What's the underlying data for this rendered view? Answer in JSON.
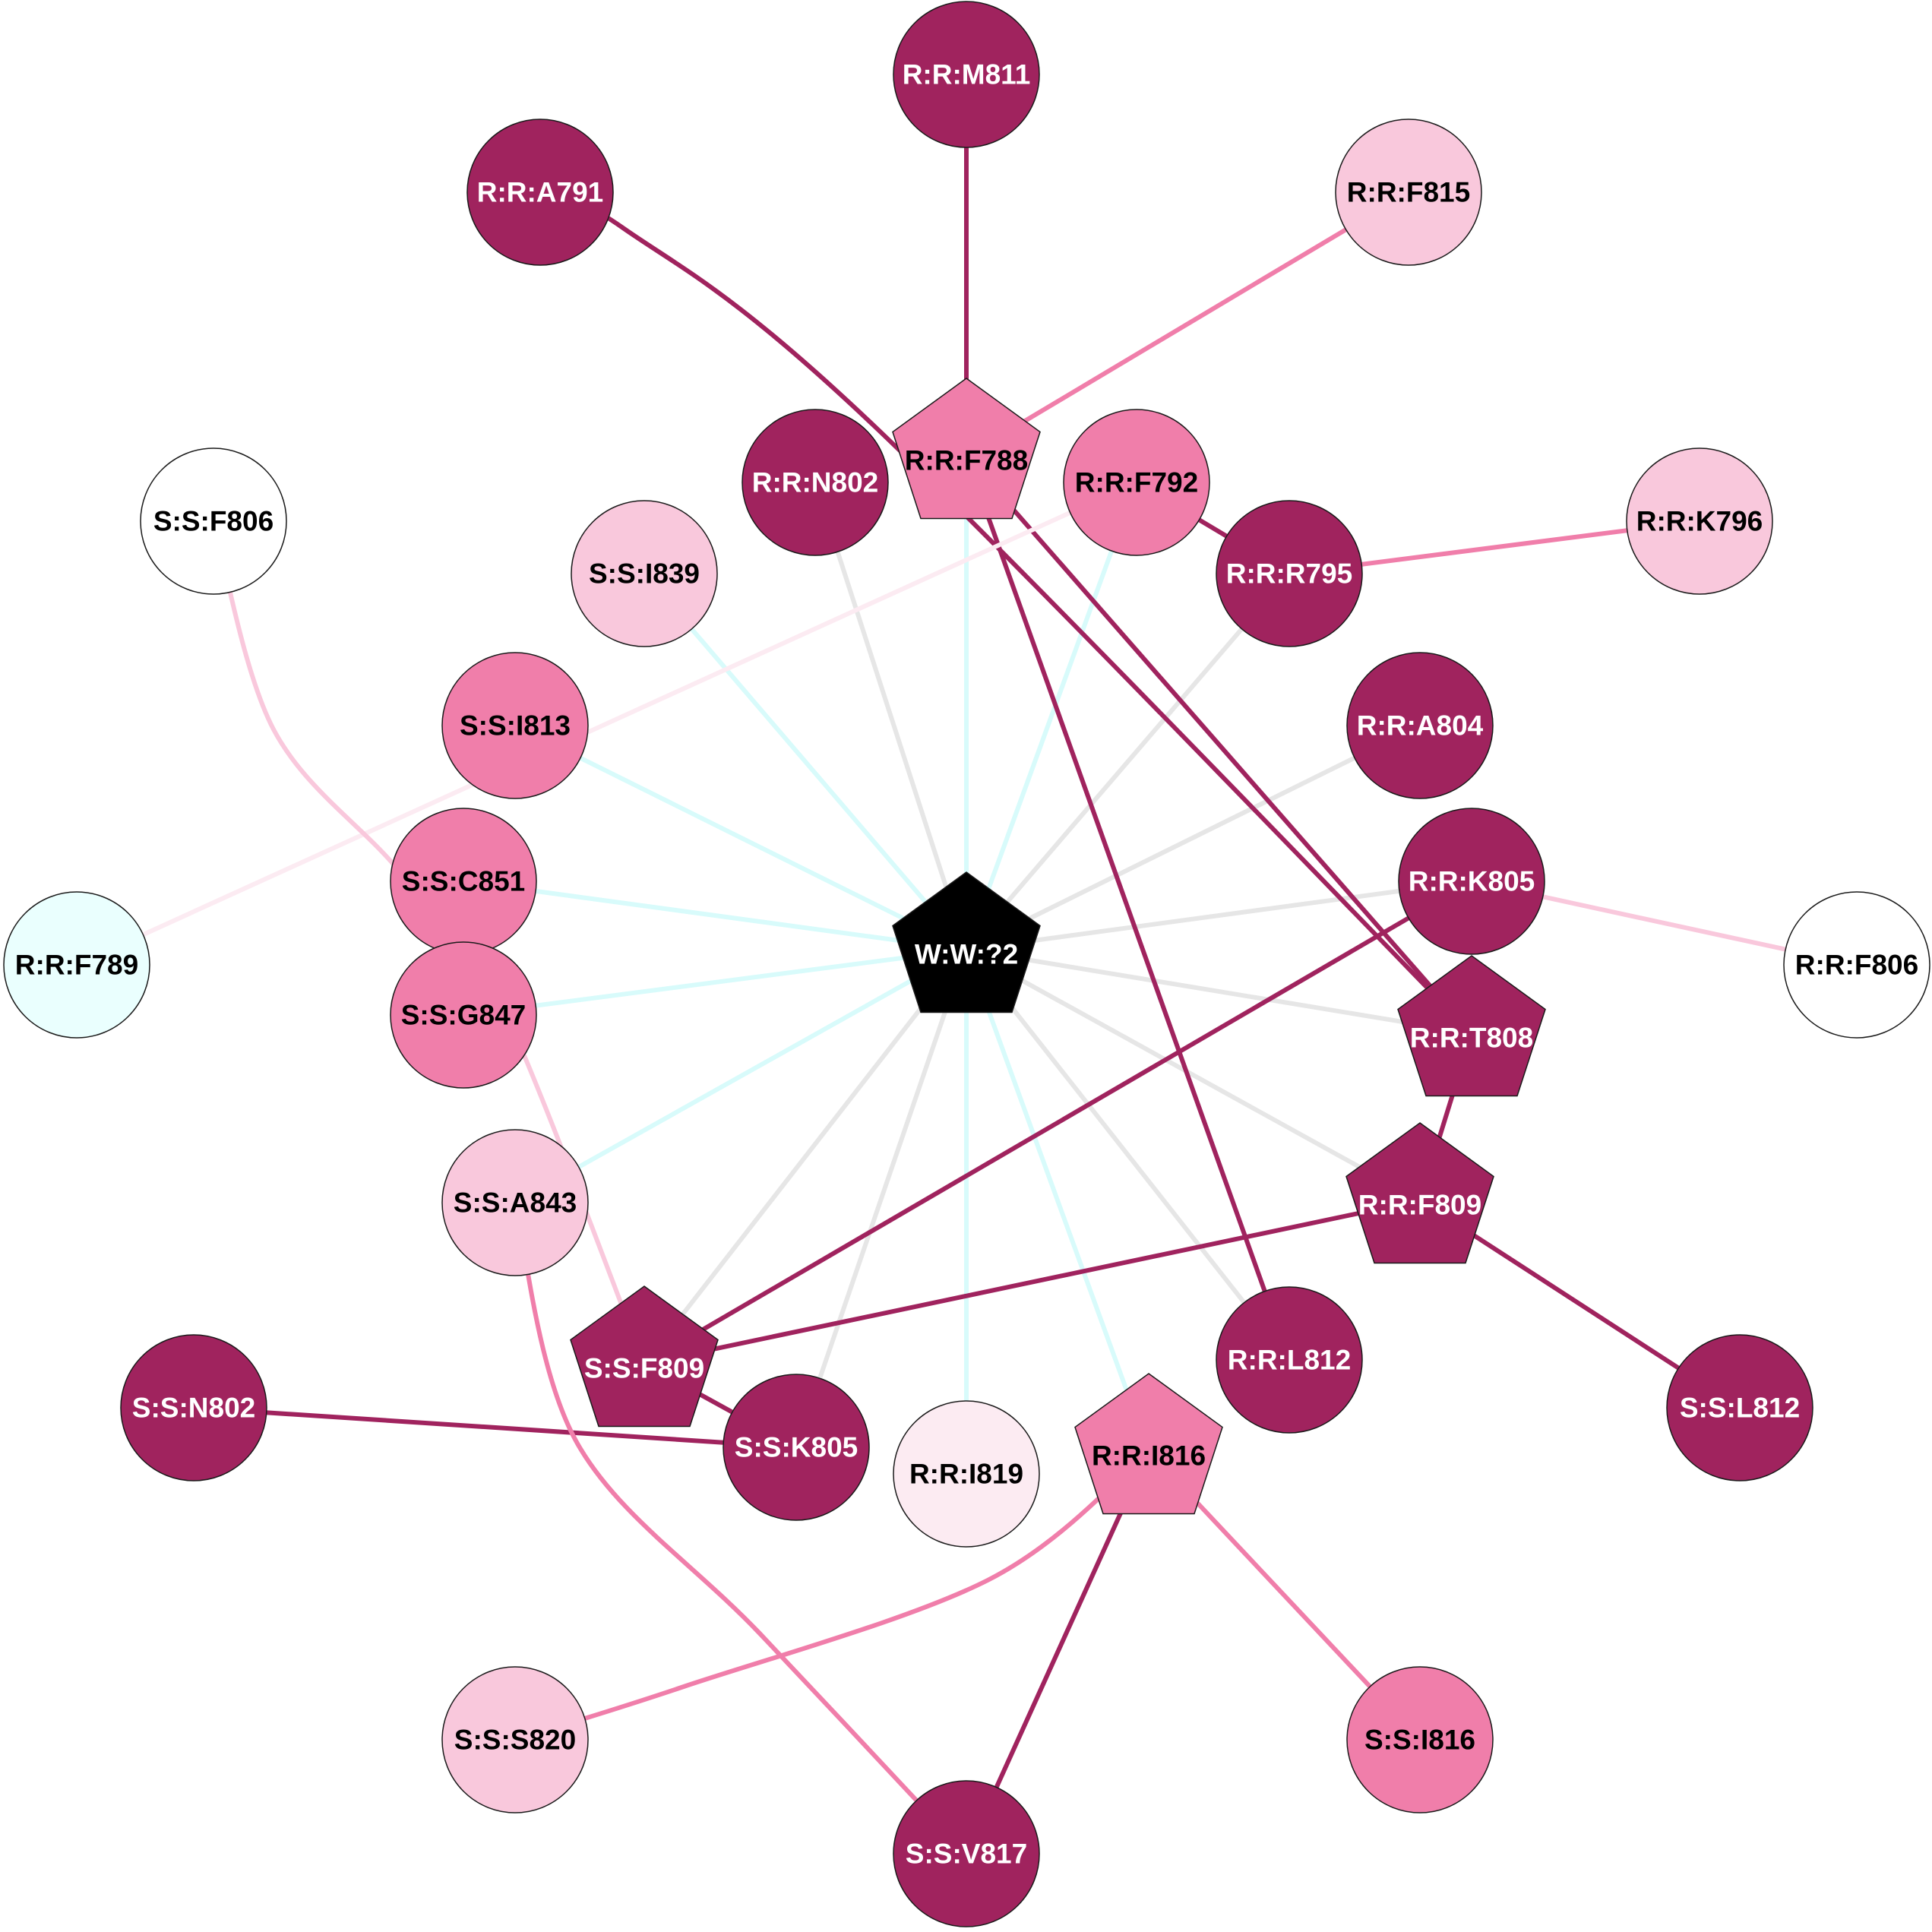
{
  "colors": {
    "dark": "#a0235e",
    "mid": "#f07eaa",
    "light": "#f9c8dc",
    "pale": "#fcebf2",
    "cyan_node": "#eafffe",
    "white_node": "#ffffff",
    "center": "#000000",
    "edge_gray": "#e6e6e6",
    "edge_cyan": "#d8fbfb"
  },
  "center_node": {
    "id": "W:W:?2",
    "label": "W:W:?2",
    "shape": "pentagon",
    "fill": "center",
    "text": "light"
  },
  "nodes": [
    {
      "id": "R:R:M811",
      "label": "R:R:M811",
      "shape": "circle",
      "fill": "dark",
      "text": "light"
    },
    {
      "id": "R:R:A791",
      "label": "R:R:A791",
      "shape": "circle",
      "fill": "dark",
      "text": "light"
    },
    {
      "id": "R:R:F815",
      "label": "R:R:F815",
      "shape": "circle",
      "fill": "light",
      "text": "dark"
    },
    {
      "id": "R:R:F788",
      "label": "R:R:F788",
      "shape": "pentagon",
      "fill": "mid",
      "text": "dark"
    },
    {
      "id": "R:R:N802",
      "label": "R:R:N802",
      "shape": "circle",
      "fill": "dark",
      "text": "light"
    },
    {
      "id": "R:R:F792",
      "label": "R:R:F792",
      "shape": "circle",
      "fill": "mid",
      "text": "dark"
    },
    {
      "id": "S:S:F806",
      "label": "S:S:F806",
      "shape": "circle",
      "fill": "white_node",
      "text": "dark"
    },
    {
      "id": "S:S:I839",
      "label": "S:S:I839",
      "shape": "circle",
      "fill": "light",
      "text": "dark"
    },
    {
      "id": "R:R:R795",
      "label": "R:R:R795",
      "shape": "circle",
      "fill": "dark",
      "text": "light"
    },
    {
      "id": "R:R:K796",
      "label": "R:R:K796",
      "shape": "circle",
      "fill": "light",
      "text": "dark"
    },
    {
      "id": "S:S:I813",
      "label": "S:S:I813",
      "shape": "circle",
      "fill": "mid",
      "text": "dark"
    },
    {
      "id": "R:R:A804",
      "label": "R:R:A804",
      "shape": "circle",
      "fill": "dark",
      "text": "light"
    },
    {
      "id": "S:S:C851",
      "label": "S:S:C851",
      "shape": "circle",
      "fill": "mid",
      "text": "dark"
    },
    {
      "id": "R:R:K805",
      "label": "R:R:K805",
      "shape": "circle",
      "fill": "dark",
      "text": "light"
    },
    {
      "id": "R:R:F789",
      "label": "R:R:F789",
      "shape": "circle",
      "fill": "cyan_node",
      "text": "dark"
    },
    {
      "id": "R:R:F806",
      "label": "R:R:F806",
      "shape": "circle",
      "fill": "white_node",
      "text": "dark"
    },
    {
      "id": "S:S:G847",
      "label": "S:S:G847",
      "shape": "circle",
      "fill": "mid",
      "text": "dark"
    },
    {
      "id": "R:R:T808",
      "label": "R:R:T808",
      "shape": "pentagon",
      "fill": "dark",
      "text": "light"
    },
    {
      "id": "S:S:A843",
      "label": "S:S:A843",
      "shape": "circle",
      "fill": "light",
      "text": "dark"
    },
    {
      "id": "R:R:F809",
      "label": "R:R:F809",
      "shape": "pentagon",
      "fill": "dark",
      "text": "light"
    },
    {
      "id": "S:S:F809",
      "label": "S:S:F809",
      "shape": "pentagon",
      "fill": "dark",
      "text": "light"
    },
    {
      "id": "R:R:L812",
      "label": "R:R:L812",
      "shape": "circle",
      "fill": "dark",
      "text": "light"
    },
    {
      "id": "S:S:L812",
      "label": "S:S:L812",
      "shape": "circle",
      "fill": "dark",
      "text": "light"
    },
    {
      "id": "S:S:N802",
      "label": "S:S:N802",
      "shape": "circle",
      "fill": "dark",
      "text": "light"
    },
    {
      "id": "S:S:K805",
      "label": "S:S:K805",
      "shape": "circle",
      "fill": "dark",
      "text": "light"
    },
    {
      "id": "R:R:I819",
      "label": "R:R:I819",
      "shape": "circle",
      "fill": "pale",
      "text": "dark"
    },
    {
      "id": "R:R:I816",
      "label": "R:R:I816",
      "shape": "pentagon",
      "fill": "mid",
      "text": "dark"
    },
    {
      "id": "S:S:S820",
      "label": "S:S:S820",
      "shape": "circle",
      "fill": "light",
      "text": "dark"
    },
    {
      "id": "S:S:I816",
      "label": "S:S:I816",
      "shape": "circle",
      "fill": "mid",
      "text": "dark"
    },
    {
      "id": "S:S:V817",
      "label": "S:S:V817",
      "shape": "circle",
      "fill": "dark",
      "text": "light"
    }
  ],
  "edges": [
    {
      "source": "W:W:?2",
      "target": "R:R:F788",
      "color": "edge_cyan"
    },
    {
      "source": "W:W:?2",
      "target": "R:R:N802",
      "color": "edge_gray"
    },
    {
      "source": "W:W:?2",
      "target": "R:R:F792",
      "color": "edge_cyan"
    },
    {
      "source": "W:W:?2",
      "target": "S:S:I839",
      "color": "edge_cyan"
    },
    {
      "source": "W:W:?2",
      "target": "R:R:R795",
      "color": "edge_gray"
    },
    {
      "source": "W:W:?2",
      "target": "S:S:I813",
      "color": "edge_cyan"
    },
    {
      "source": "W:W:?2",
      "target": "R:R:A804",
      "color": "edge_gray"
    },
    {
      "source": "W:W:?2",
      "target": "S:S:C851",
      "color": "edge_cyan"
    },
    {
      "source": "W:W:?2",
      "target": "R:R:K805",
      "color": "edge_gray"
    },
    {
      "source": "W:W:?2",
      "target": "S:S:G847",
      "color": "edge_cyan"
    },
    {
      "source": "W:W:?2",
      "target": "R:R:T808",
      "color": "edge_gray"
    },
    {
      "source": "W:W:?2",
      "target": "S:S:A843",
      "color": "edge_cyan"
    },
    {
      "source": "W:W:?2",
      "target": "R:R:F809",
      "color": "edge_gray"
    },
    {
      "source": "W:W:?2",
      "target": "S:S:F809",
      "color": "edge_gray"
    },
    {
      "source": "W:W:?2",
      "target": "R:R:L812",
      "color": "edge_gray"
    },
    {
      "source": "W:W:?2",
      "target": "S:S:K805",
      "color": "edge_gray"
    },
    {
      "source": "W:W:?2",
      "target": "R:R:I819",
      "color": "edge_cyan"
    },
    {
      "source": "W:W:?2",
      "target": "R:R:I816",
      "color": "edge_cyan"
    },
    {
      "source": "R:R:M811",
      "target": "R:R:F788",
      "color": "dark"
    },
    {
      "source": "R:R:F815",
      "target": "R:R:F788",
      "color": "mid"
    },
    {
      "source": "R:R:F788",
      "target": "R:R:L812",
      "color": "dark"
    },
    {
      "source": "R:R:F788",
      "target": "R:R:T808",
      "color": "dark"
    },
    {
      "source": "R:R:A791",
      "target": "R:R:T808",
      "color": "dark",
      "curve": "a791"
    },
    {
      "source": "R:R:F792",
      "target": "R:R:R795",
      "color": "dark"
    },
    {
      "source": "R:R:R795",
      "target": "R:R:K796",
      "color": "mid"
    },
    {
      "source": "R:R:F792",
      "target": "R:R:F789",
      "color": "pale"
    },
    {
      "source": "R:R:K805",
      "target": "R:R:F806",
      "color": "light"
    },
    {
      "source": "R:R:K805",
      "target": "S:S:F809",
      "color": "dark"
    },
    {
      "source": "R:R:T808",
      "target": "R:R:F809",
      "color": "dark"
    },
    {
      "source": "R:R:F809",
      "target": "S:S:F809",
      "color": "dark"
    },
    {
      "source": "R:R:F809",
      "target": "S:S:L812",
      "color": "dark"
    },
    {
      "source": "S:S:F806",
      "target": "S:S:F809",
      "color": "light",
      "curve": "f806"
    },
    {
      "source": "S:S:F809",
      "target": "S:S:K805",
      "color": "dark"
    },
    {
      "source": "S:S:N802",
      "target": "S:S:K805",
      "color": "dark"
    },
    {
      "source": "S:S:A843",
      "target": "S:S:V817",
      "color": "mid",
      "curve": "a843"
    },
    {
      "source": "R:R:I816",
      "target": "S:S:S820",
      "color": "mid",
      "curve": "s820"
    },
    {
      "source": "R:R:I816",
      "target": "S:S:I816",
      "color": "mid"
    },
    {
      "source": "R:R:I816",
      "target": "S:S:V817",
      "color": "dark"
    }
  ]
}
